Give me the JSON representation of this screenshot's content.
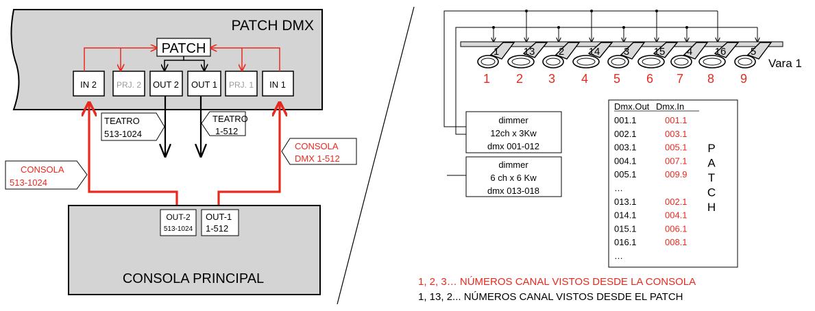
{
  "colors": {
    "red": "#e8291e",
    "black": "#000000",
    "gray": "#d4d4d4"
  },
  "left": {
    "patch_box_title": "PATCH DMX",
    "patch_label": "PATCH",
    "ports": [
      "IN 2",
      "PRJ. 2",
      "OUT 2",
      "OUT 1",
      "PRJ. 1",
      "IN 1"
    ],
    "teatro_a": [
      "TEATRO",
      "513-1024"
    ],
    "teatro_b": [
      "TEATRO",
      "1-512"
    ],
    "consola_right": [
      "CONSOLA",
      "DMX 1-512"
    ],
    "consola_left": [
      "CONSOLA",
      "513-1024"
    ],
    "console_out2": [
      "OUT-2",
      "513-1024"
    ],
    "console_out1": [
      "OUT-1",
      "1-512"
    ],
    "console_title": "CONSOLA PRINCIPAL"
  },
  "right": {
    "fixtures": [
      {
        "patch": "1",
        "console": "1"
      },
      {
        "patch": "13",
        "console": "2"
      },
      {
        "patch": "2",
        "console": "3"
      },
      {
        "patch": "14",
        "console": "4"
      },
      {
        "patch": "3",
        "console": "5"
      },
      {
        "patch": "15",
        "console": "6"
      },
      {
        "patch": "4",
        "console": "7"
      },
      {
        "patch": "16",
        "console": "8"
      },
      {
        "patch": "5",
        "console": "9"
      }
    ],
    "vara_label": "Vara 1",
    "dimmer1": [
      "dimmer",
      "12ch x 3Kw",
      "dmx 001-012"
    ],
    "dimmer2": [
      "dimmer",
      "6 ch x 6 Kw",
      "dmx 013-018"
    ],
    "table_headers": [
      "Dmx.Out",
      "Dmx.In"
    ],
    "table_rows": [
      [
        "001.1",
        "001.1"
      ],
      [
        "002.1",
        "003.1"
      ],
      [
        "003.1",
        "005.1"
      ],
      [
        "004.1",
        "007.1"
      ],
      [
        "005.1",
        "009.9"
      ],
      [
        "…",
        ""
      ],
      [
        "013.1",
        "002.1"
      ],
      [
        "014.1",
        "004.1"
      ],
      [
        "015.1",
        "006.1"
      ],
      [
        "016.1",
        "008.1"
      ],
      [
        "…",
        ""
      ]
    ],
    "patch_vertical": [
      "P",
      "A",
      "T",
      "C",
      "H"
    ],
    "legend_red": "1, 2, 3… NÚMEROS CANAL VISTOS DESDE LA CONSOLA",
    "legend_black": "1, 13, 2... NÚMEROS CANAL VISTOS DESDE EL PATCH"
  }
}
